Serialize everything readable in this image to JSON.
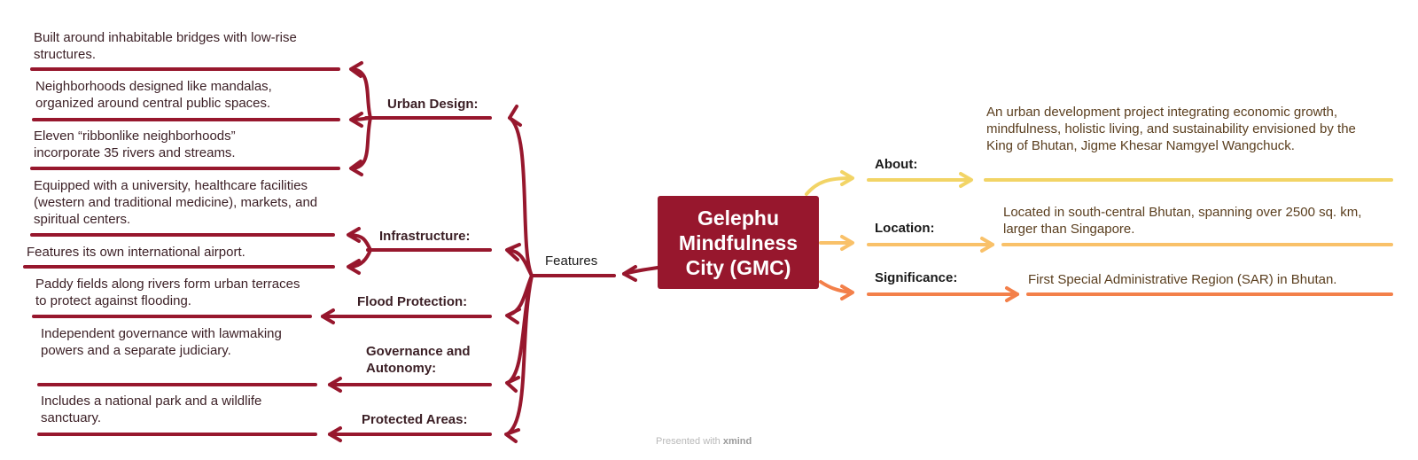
{
  "central": {
    "title": "Gelephu Mindfulness City (GMC)"
  },
  "features": {
    "label": "Features",
    "branches": [
      {
        "label": "Urban Design:",
        "items": [
          "Built around inhabitable bridges with low-rise structures.",
          "Neighborhoods designed like mandalas, organized around central public spaces.",
          "Eleven “ribbonlike neighborhoods” incorporate 35 rivers and streams."
        ]
      },
      {
        "label": "Infrastructure:",
        "items": [
          "Equipped with a university, healthcare facilities (western and traditional medicine), markets, and spiritual centers.",
          "Features its own international airport."
        ]
      },
      {
        "label": "Flood Protection:",
        "items": [
          "Paddy fields along rivers form urban terraces to protect against flooding."
        ]
      },
      {
        "label": "Governance and Autonomy:",
        "items": [
          "Independent governance with lawmaking powers and a separate judiciary."
        ]
      },
      {
        "label": "Protected Areas:",
        "items": [
          "Includes a national park and a wildlife sanctuary."
        ]
      }
    ]
  },
  "details": [
    {
      "label": "About:",
      "text": "An urban development project integrating economic growth, mindfulness, holistic living, and sustainability envisioned by the King of Bhutan, Jigme Khesar Namgyel Wangchuck.",
      "color": "#f2d466"
    },
    {
      "label": "Location:",
      "text": "Located in south-central Bhutan, spanning over 2500 sq. km, larger than Singapore.",
      "color": "#f9c169"
    },
    {
      "label": "Significance:",
      "text": "First Special Administrative Region (SAR) in Bhutan.",
      "color": "#f3804a"
    }
  ],
  "colors": {
    "main": "#97172d"
  },
  "footer": {
    "prefix": "Presented with",
    "brand": "xmind"
  }
}
